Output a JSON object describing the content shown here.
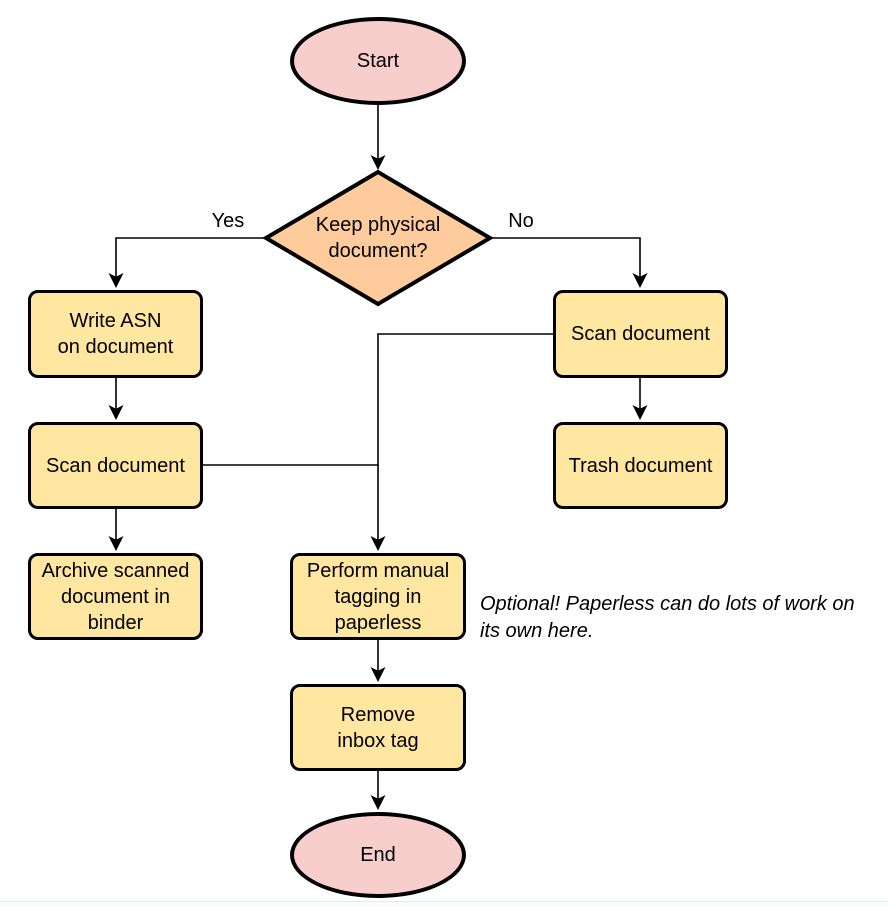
{
  "colors": {
    "background": "#ffffff",
    "node_stroke": "#000000",
    "connector": "#000000",
    "text": "#000000",
    "terminal_fill": "#f8cecc",
    "decision_fill": "#fdcb9c",
    "process_fill": "#ffe6a1",
    "footer_line": "#e7e9ed",
    "footer_area": "#fafbfc"
  },
  "nodes": {
    "start": {
      "type": "terminal",
      "label": "Start"
    },
    "decision": {
      "type": "decision",
      "label": "Keep physical\ndocument?"
    },
    "write_asn": {
      "type": "process",
      "label": "Write ASN\non document"
    },
    "scan_left": {
      "type": "process",
      "label": "Scan document"
    },
    "archive": {
      "type": "process",
      "label": "Archive scanned\ndocument in\nbinder"
    },
    "scan_right": {
      "type": "process",
      "label": "Scan document"
    },
    "trash": {
      "type": "process",
      "label": "Trash document"
    },
    "tagging": {
      "type": "process",
      "label": "Perform manual\ntagging in\npaperless"
    },
    "remove_inbox": {
      "type": "process",
      "label": "Remove\ninbox tag"
    },
    "end": {
      "type": "terminal",
      "label": "End"
    }
  },
  "edge_labels": {
    "yes": "Yes",
    "no": "No"
  },
  "note": {
    "text": "Optional! Paperless can do lots of work on\nits own here."
  }
}
